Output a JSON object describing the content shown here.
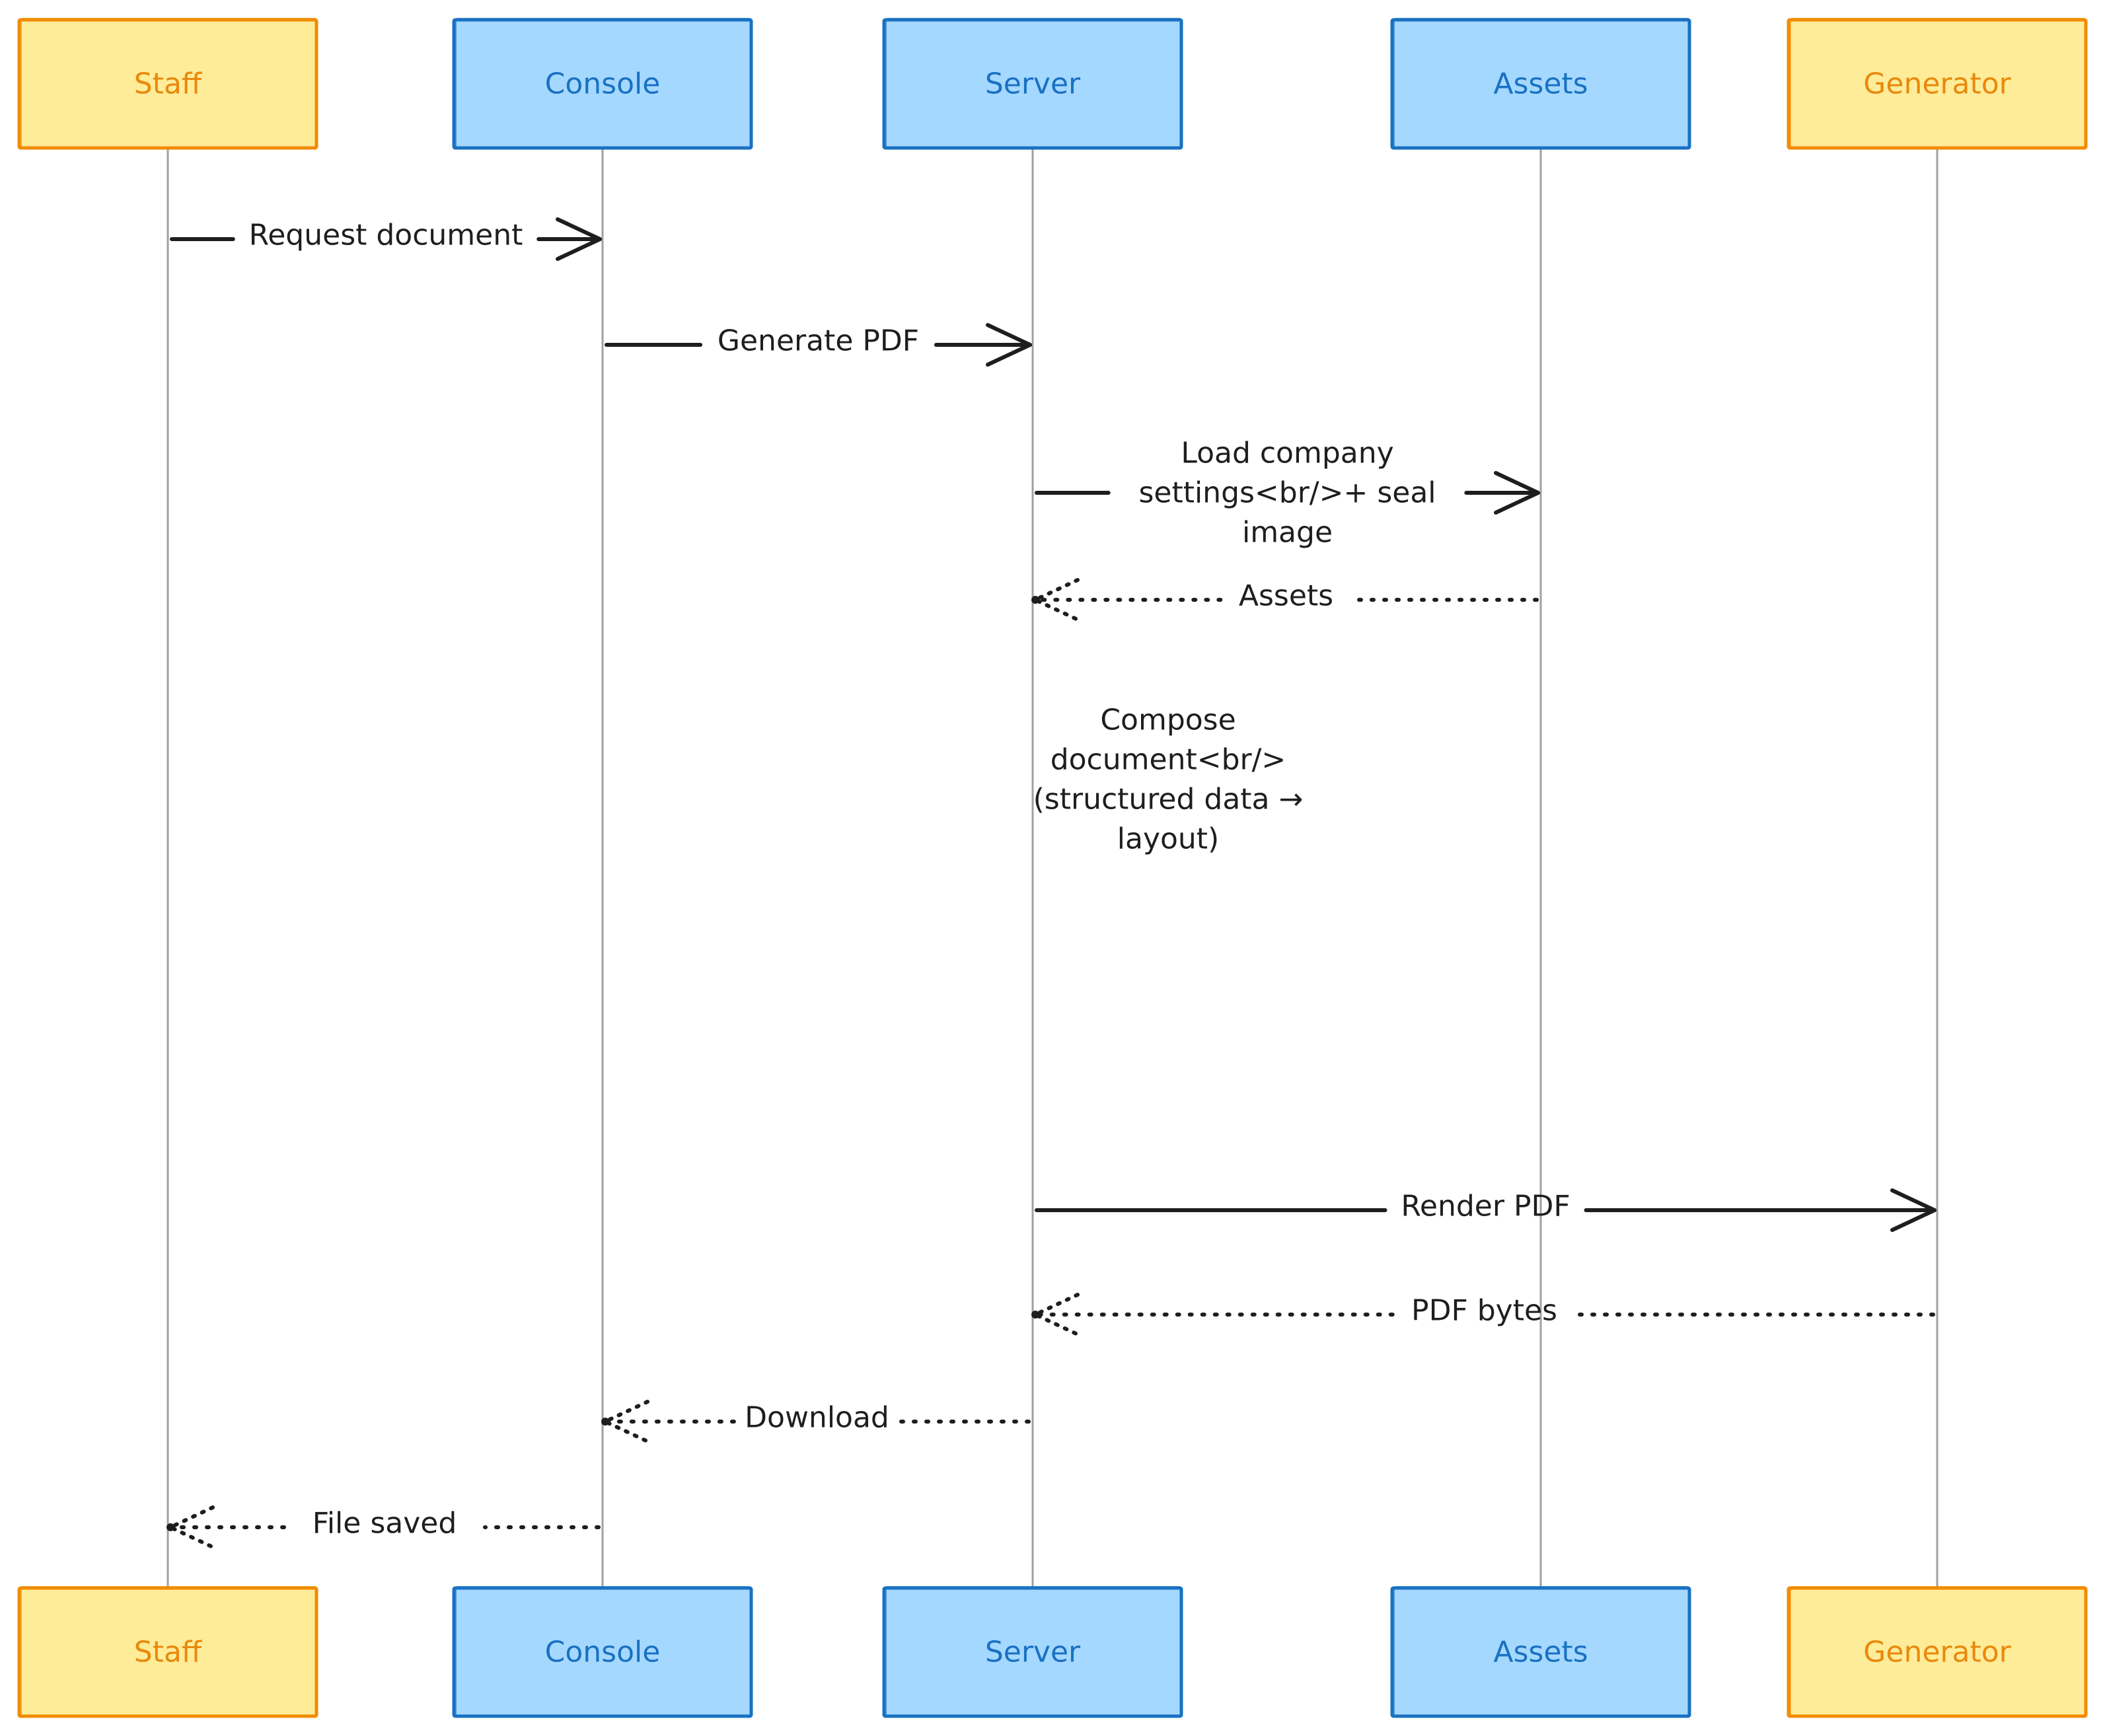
{
  "diagram": {
    "type": "sequence",
    "colors": {
      "human_fill": "#ffec99",
      "human_stroke": "#f08c00",
      "human_text": "#e8890c",
      "system_fill": "#a5d8ff",
      "system_stroke": "#1971c2",
      "system_text": "#1971c2",
      "line": "#1e1e1e",
      "lifeline": "#a0a0a0"
    },
    "participants": [
      {
        "id": "staff",
        "label": "Staff",
        "style": "human"
      },
      {
        "id": "console",
        "label": "Console",
        "style": "system"
      },
      {
        "id": "server",
        "label": "Server",
        "style": "system"
      },
      {
        "id": "assets",
        "label": "Assets",
        "style": "system"
      },
      {
        "id": "generator",
        "label": "Generator",
        "style": "human"
      }
    ],
    "messages": [
      {
        "from": "staff",
        "to": "console",
        "kind": "solid",
        "lines": [
          "Request document"
        ]
      },
      {
        "from": "console",
        "to": "server",
        "kind": "solid",
        "lines": [
          "Generate PDF"
        ]
      },
      {
        "from": "server",
        "to": "assets",
        "kind": "solid",
        "lines": [
          "Load company",
          "settings<br/>+ seal",
          "image"
        ]
      },
      {
        "from": "assets",
        "to": "server",
        "kind": "dotted",
        "lines": [
          "Assets"
        ]
      },
      {
        "from": "server",
        "to": "server",
        "kind": "note",
        "lines": [
          "Compose",
          "document<br/>",
          "(structured data →",
          "layout)"
        ]
      },
      {
        "from": "server",
        "to": "generator",
        "kind": "solid",
        "lines": [
          "Render PDF"
        ]
      },
      {
        "from": "generator",
        "to": "server",
        "kind": "dotted",
        "lines": [
          "PDF bytes"
        ]
      },
      {
        "from": "server",
        "to": "console",
        "kind": "dotted",
        "lines": [
          "Download"
        ]
      },
      {
        "from": "console",
        "to": "staff",
        "kind": "dotted",
        "lines": [
          "File saved"
        ]
      }
    ]
  }
}
